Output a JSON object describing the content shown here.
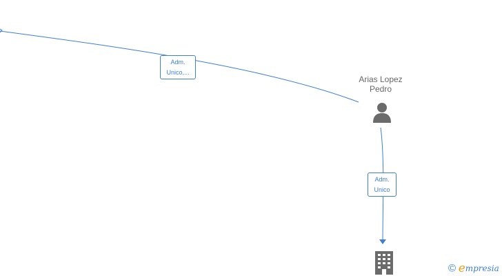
{
  "nodes": {
    "person": {
      "name_line1": "Arias Lopez",
      "name_line2": "Pedro",
      "icon": "person-icon"
    },
    "company": {
      "icon": "building-icon"
    }
  },
  "edges": {
    "offscreen_to_person": {
      "label_line1": "Adm.",
      "label_line2": "Unico,..."
    },
    "person_to_company": {
      "label_line1": "Adm.",
      "label_line2": "Unico"
    }
  },
  "footer": {
    "copyright_symbol": "©",
    "brand_initial": "e",
    "brand_rest": "mpresia"
  },
  "colors": {
    "edge": "#3d7fd8",
    "node_icon": "#6b6b6b",
    "brand_accent": "#f09a1a"
  }
}
